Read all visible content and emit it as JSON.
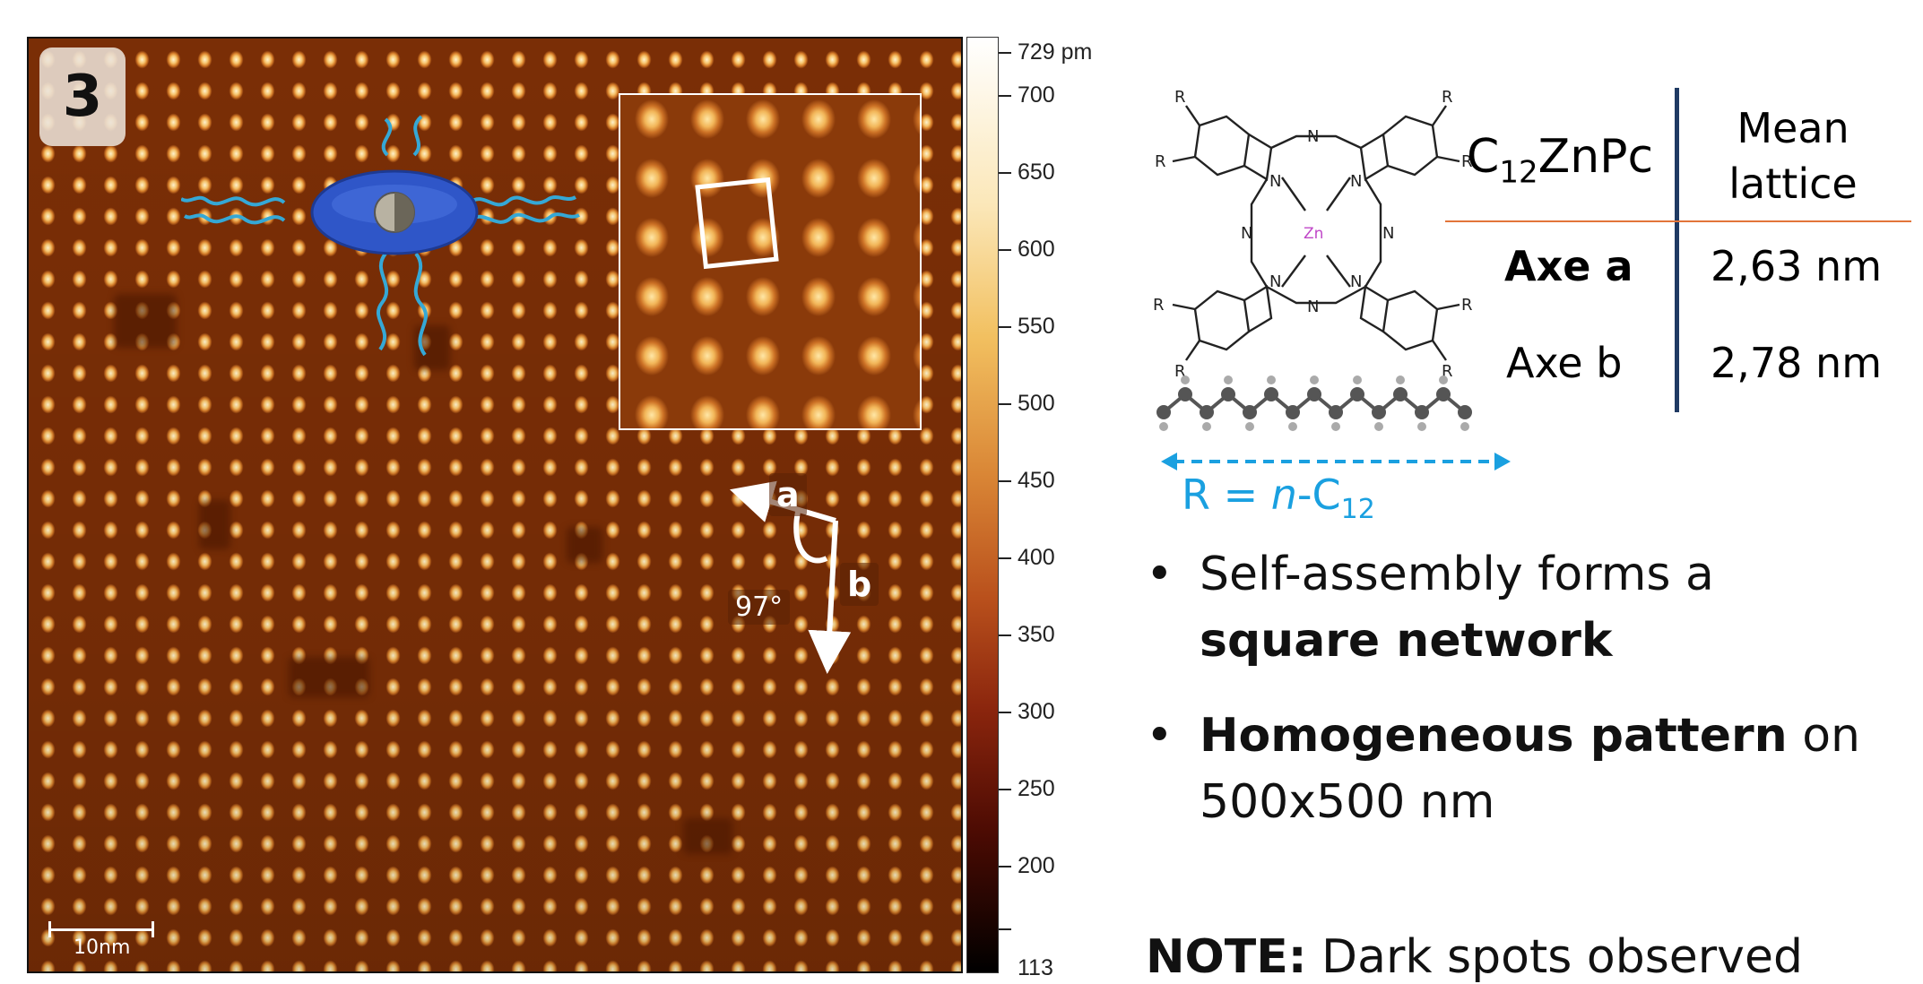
{
  "stm_image": {
    "panel_number": "3",
    "scale_bar_label": "10nm",
    "axis_a_label": "a",
    "axis_b_label": "b",
    "angle_label": "97°"
  },
  "color_scale": {
    "labels": [
      "729 pm",
      "700",
      "650",
      "600",
      "550",
      "500",
      "450",
      "400",
      "350",
      "300",
      "250",
      "200",
      "113"
    ]
  },
  "structure": {
    "atoms": {
      "R": "R",
      "N": "N",
      "Zn": "Zn"
    },
    "r_label_prefix": "R = ",
    "r_label_italic": "n",
    "r_label_rest": "-C",
    "r_label_sub": "12",
    "colors": {
      "zn": "#c048c8",
      "arrow": "#1aa0e0"
    }
  },
  "table": {
    "compound_main": "C",
    "compound_sub": "12",
    "compound_rest": "ZnPc",
    "header_line1": "Mean",
    "header_line2": "lattice",
    "rows": [
      {
        "label": "Axe a",
        "value": "2,63 nm"
      },
      {
        "label": "Axe b",
        "value": "2,78 nm"
      }
    ],
    "colors": {
      "divider": "#1f3a63",
      "rule": "#e2753a"
    }
  },
  "bullets": [
    {
      "mark": "•",
      "line1": "Self-assembly forms a",
      "line2_bold": "square network"
    },
    {
      "mark": "•",
      "line1_bold": "Homogeneous pattern",
      "line1_rest": " on",
      "line2": "500x500 nm"
    }
  ],
  "note": {
    "bold": "NOTE:",
    "rest": " Dark spots observed"
  }
}
